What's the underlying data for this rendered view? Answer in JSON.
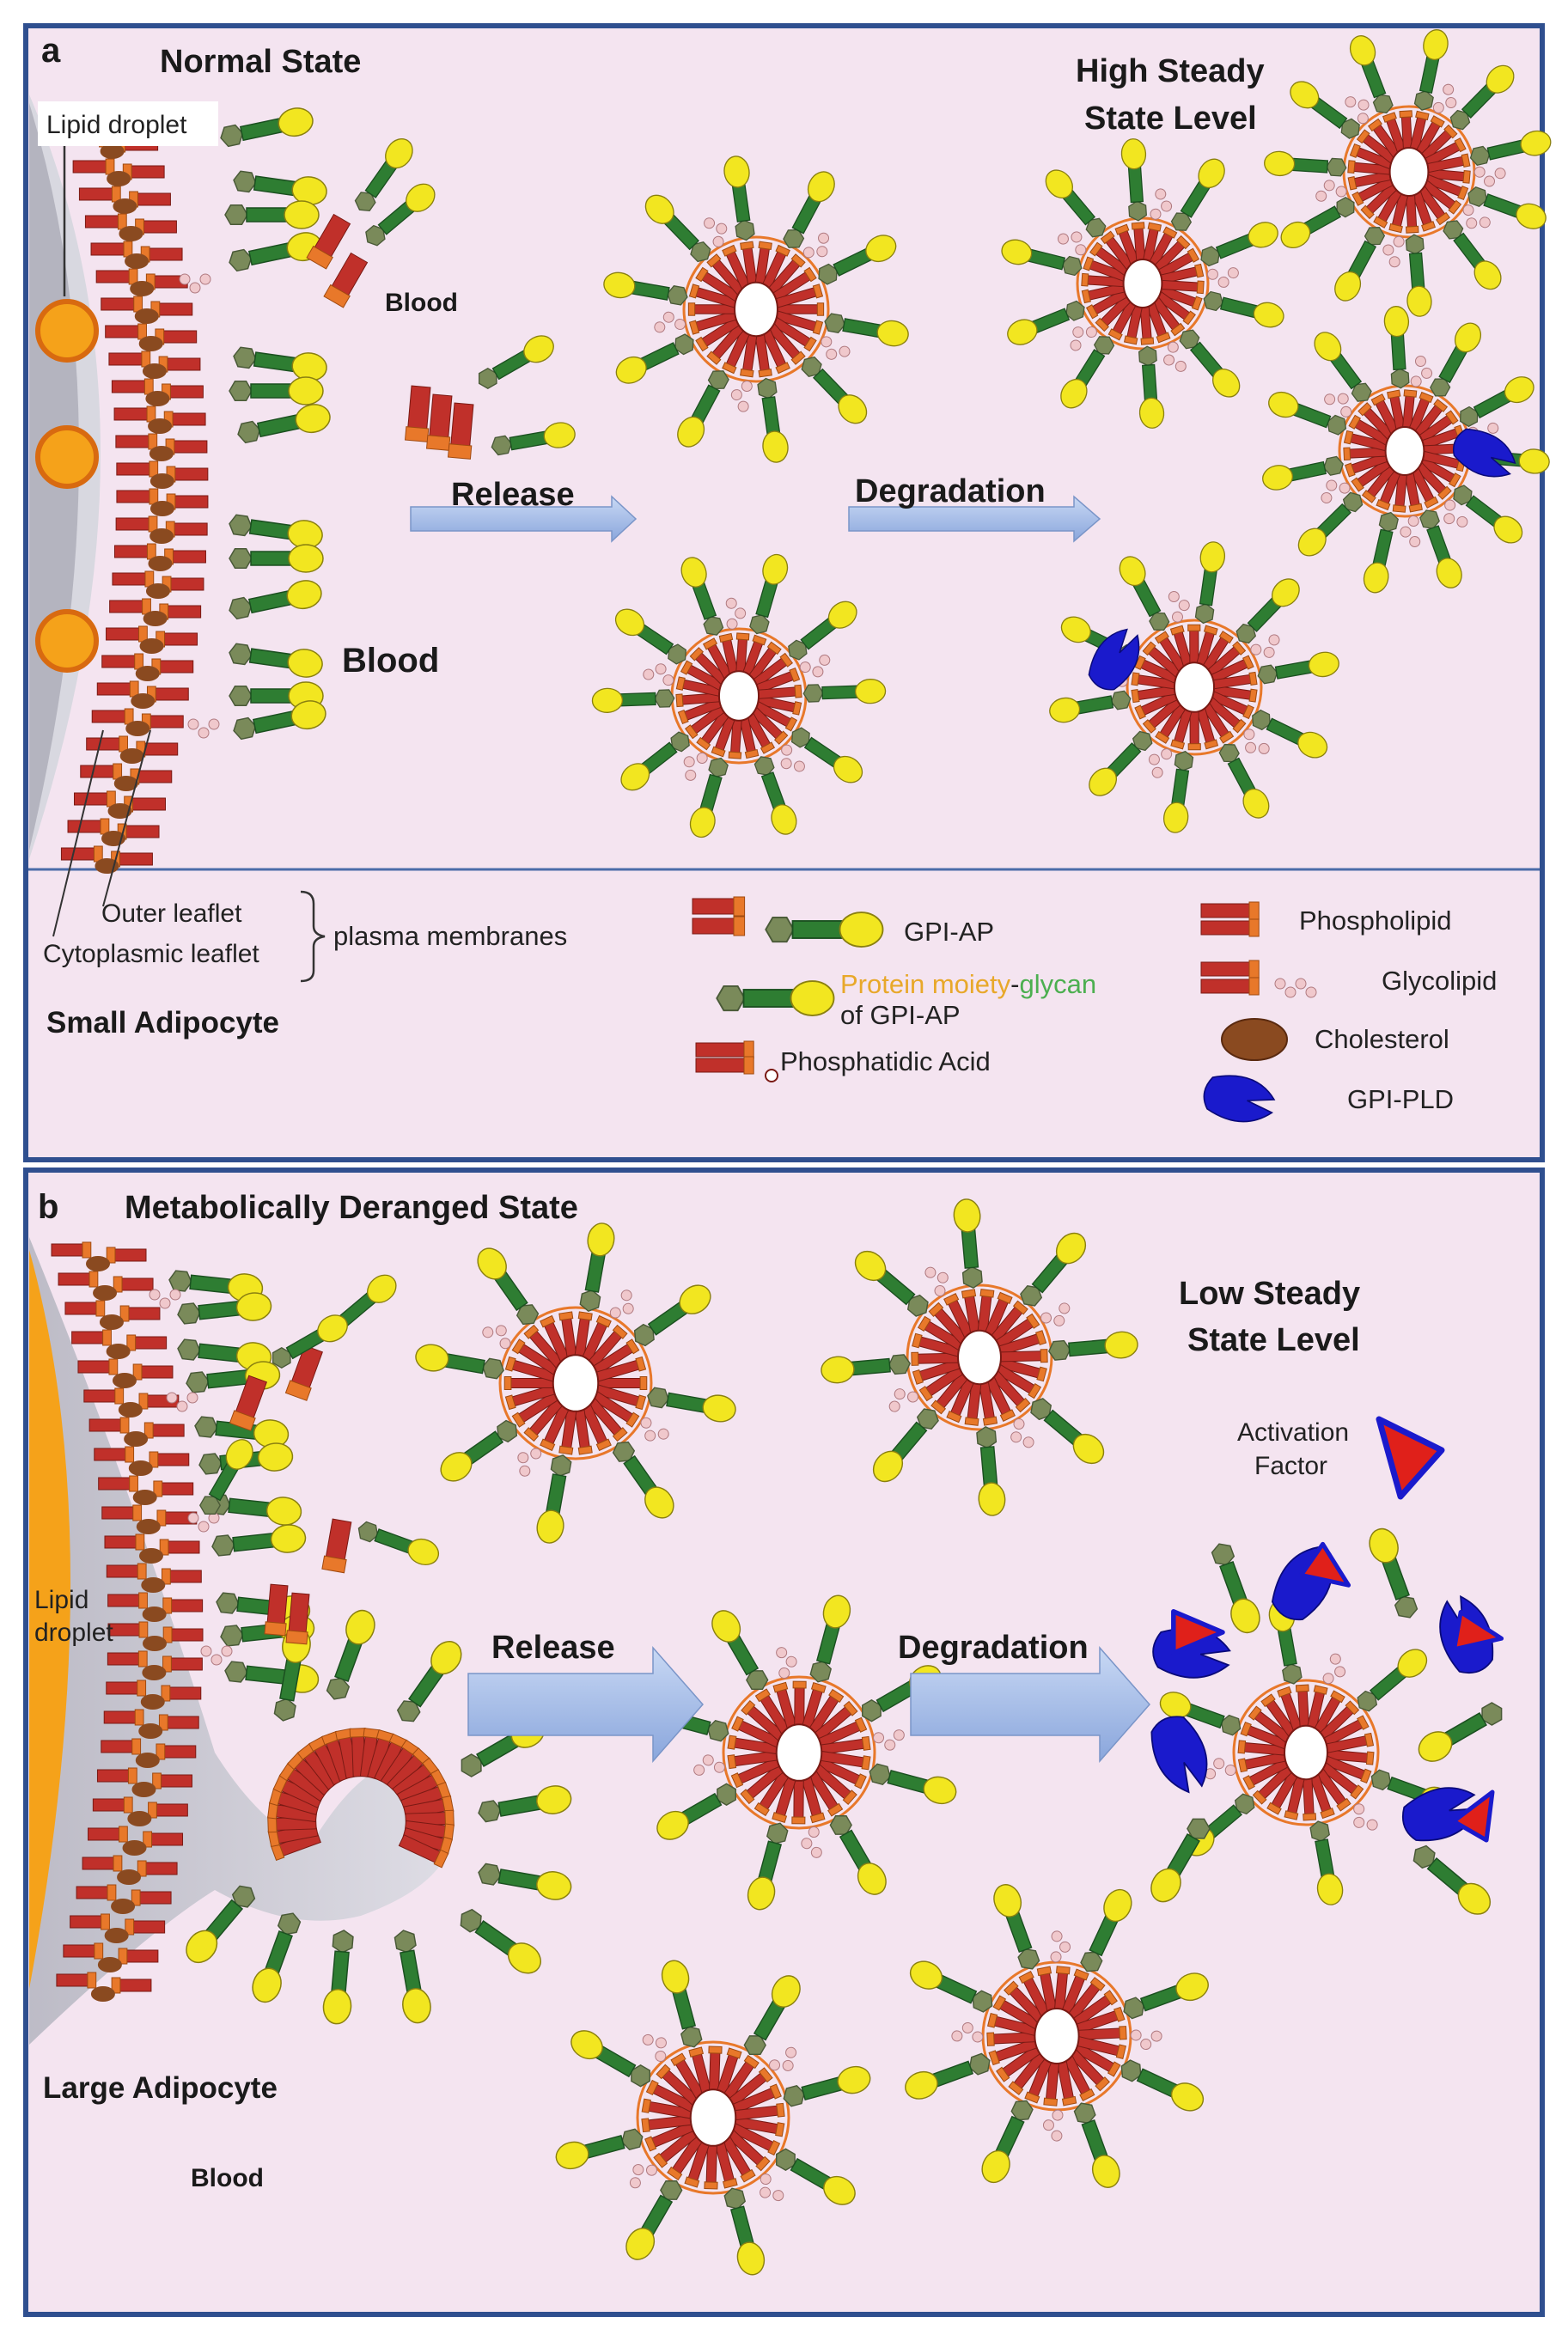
{
  "panel_a": {
    "letter": "a",
    "title": "Normal State",
    "lipid_droplet_label": "Lipid droplet",
    "blood_label_small": "Blood",
    "blood_label_large": "Blood",
    "release_label": "Release",
    "degradation_label": "Degradation",
    "high_level_line1": "High Steady",
    "high_level_line2": "State Level",
    "outer_leaflet": "Outer leaflet",
    "cytoplasmic_leaflet": "Cytoplasmic leaflet",
    "plasma_membranes": "plasma membranes",
    "cell_label": "Small Adipocyte",
    "legend": {
      "gpi_ap": "GPI-AP",
      "protein_moiety_word1": "Protein moiety",
      "protein_moiety_dash": "-",
      "protein_moiety_word2": "glycan",
      "protein_moiety_line2": "of GPI-AP",
      "phosphatidic_acid": "Phosphatidic Acid",
      "phospholipid": "Phospholipid",
      "glycolipid": "Glycolipid",
      "cholesterol": "Cholesterol",
      "gpi_pld": "GPI-PLD"
    }
  },
  "panel_b": {
    "letter": "b",
    "title": "Metabolically Deranged State",
    "low_level_line1": "Low Steady",
    "low_level_line2": "State Level",
    "activation_line1": "Activation",
    "activation_line2": "Factor",
    "lipid_label_line1": "Lipid",
    "lipid_label_line2": "droplet",
    "release_label": "Release",
    "degradation_label": "Degradation",
    "cell_label": "Large Adipocyte",
    "blood_label": "Blood"
  },
  "colors": {
    "frame_border": "#2f4f8f",
    "panel_background": "#f4e4f0",
    "phospholipid_red": "#c0302a",
    "phospholipid_orange": "#e8782a",
    "cholesterol_brown": "#8a4a20",
    "gpi_anchor_olive": "#7a8a5a",
    "glycan_green": "#2e7d32",
    "protein_yellow": "#f2e620",
    "glycolipid_pink": "#f0c8cc",
    "lipid_droplet_orange": "#f5a21a",
    "gpi_pld_blue": "#1a1acc",
    "activation_factor_red": "#e0201a",
    "arrow_blue": "#9fb8e6"
  }
}
